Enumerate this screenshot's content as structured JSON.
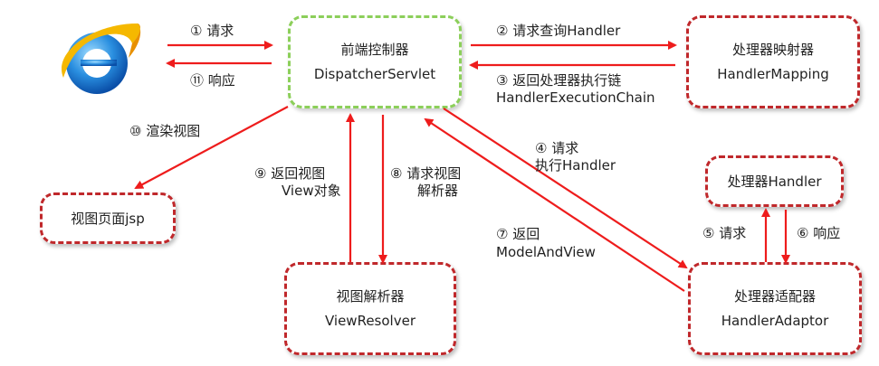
{
  "colors": {
    "arrow": "#ee1c1c",
    "box_border": "#c0282b",
    "center_border": "#8ccf5a"
  },
  "icons": {
    "browser": "ie-browser-icon"
  },
  "boxes": {
    "dispatcher": {
      "title": "前端控制器",
      "subtitle": "DispatcherServlet"
    },
    "mapping": {
      "title": "处理器映射器",
      "subtitle": "HandlerMapping"
    },
    "handler": {
      "title": "处理器Handler"
    },
    "adaptor": {
      "title": "处理器适配器",
      "subtitle": "HandlerAdaptor"
    },
    "resolver": {
      "title": "视图解析器",
      "subtitle": "ViewResolver"
    },
    "jsp": {
      "title": "视图页面jsp"
    }
  },
  "labels": {
    "s1": "①  请求",
    "s11": "⑪  响应",
    "s2": "②  请求查询Handler",
    "s3a": "③  返回处理器执行链",
    "s3b": "HandlerExecutionChain",
    "s4a": "④  请求",
    "s4b": "执行Handler",
    "s5": "⑤  请求",
    "s6": "⑥  响应",
    "s7a": "⑦  返回",
    "s7b": "ModelAndView",
    "s8a": "⑧  请求视图",
    "s8b": "解析器",
    "s9a": "⑨  返回视图",
    "s9b": "View对象",
    "s10": "⑩  渲染视图"
  }
}
